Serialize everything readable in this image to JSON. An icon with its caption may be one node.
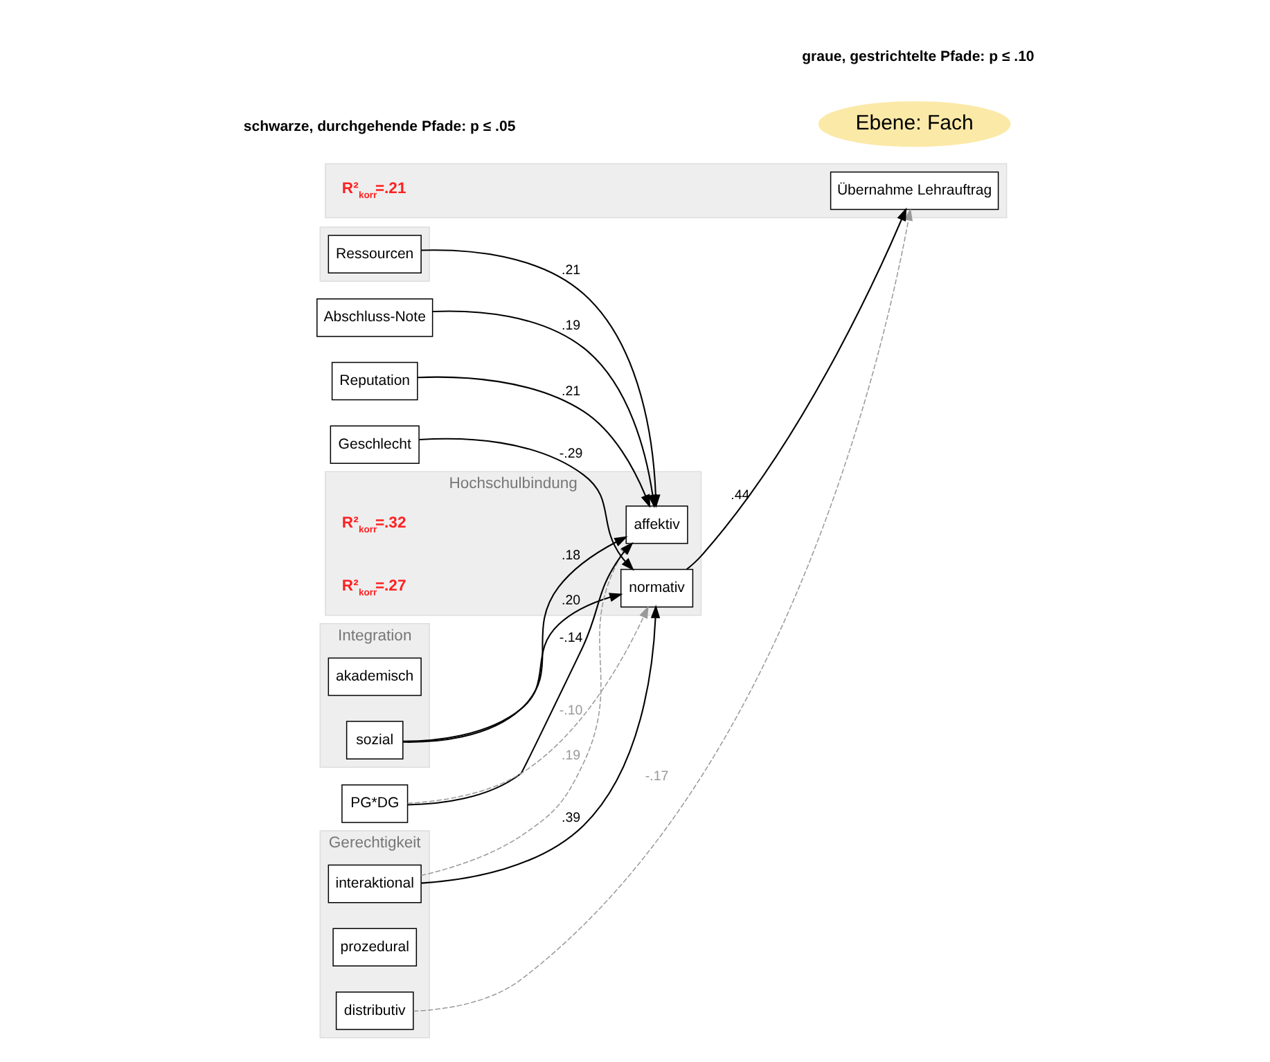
{
  "diagram": {
    "nodes": [
      {
        "text": [
          "Integration"
        ]
      },
      {
        "text": [
          "akademisch"
        ],
        "in": 0
      },
      {
        "text": [
          "sozial"
        ],
        "in": 0
      },
      {
        "text": [],
        "shape": "box"
      },
      {
        "text": [
          "Ressourcen"
        ],
        "in": 3
      },
      {
        "text": [
          "Gerechtigkeit"
        ]
      },
      {
        "text": [
          "distributiv"
        ],
        "in": 5
      },
      {
        "text": [
          "prozedural"
        ],
        "in": 5
      },
      {
        "text": [
          "interaktional"
        ],
        "in": 5
      },
      {
        "text": [
          "Abschluss-Note"
        ]
      },
      {
        "text": [
          "Reputation"
        ]
      },
      {
        "text": [
          "Hochschulbindung"
        ]
      },
      {
        "text": [
          "affektiv"
        ],
        "in": 11
      },
      {
        "text": [
          "normativ"
        ],
        "in": 11
      },
      {
        "text": [],
        "shape": "box"
      },
      {
        "text": [
          "Übernahme Lehrauftrag"
        ],
        "in": 14
      },
      {
        "text": [
          "PG*DG"
        ]
      },
      {
        "text": [
          "Geschlecht"
        ]
      },
      {
        "text": [
          "Ebene: Fach"
        ]
      }
    ],
    "edges": [
      {
        "from": 9,
        "to": 12,
        "arrow": "to",
        "label": ".19"
      },
      {
        "from": 10,
        "to": 12,
        "arrow": "to",
        "label": ".21"
      },
      {
        "from": 2,
        "to": 12,
        "arrow": "to",
        "label": ".18"
      },
      {
        "from": 2,
        "to": 13,
        "arrow": "to",
        "label": ".20"
      },
      {
        "from": 4,
        "to": 12,
        "arrow": "to",
        "label": ".21"
      },
      {
        "from": 8,
        "to": 12,
        "arrow": "to",
        "label": ".19",
        "style": "dashed",
        "color": "#999999"
      },
      {
        "from": 8,
        "to": 13,
        "arrow": "to",
        "label": ".39"
      },
      {
        "from": 13,
        "to": 15,
        "arrow": "to",
        "label": ".44"
      },
      {
        "from": 6,
        "to": 15,
        "arrow": "to",
        "label": "-.17",
        "style": "dashed",
        "color": "#999999"
      },
      {
        "from": 16,
        "to": 12,
        "arrow": "to",
        "label": "-.14"
      },
      {
        "from": 16,
        "to": 13,
        "arrow": "to",
        "label": "-.10",
        "style": "dashed",
        "color": "#999999"
      },
      {
        "from": 17,
        "to": 13,
        "arrow": "to",
        "label": "-.29"
      }
    ],
    "labels": [
      "R²$_{korr}$=.32",
      "R²$_{korr}$=.21",
      "R²$_{korr}$=.27"
    ],
    "legend": [
      {
        "text": "schwarze, durchgehende Pfade: p ≤ .05"
      },
      {
        "text": "graue, gestrichtelte Pfade: p ≤ .10"
      }
    ]
  }
}
